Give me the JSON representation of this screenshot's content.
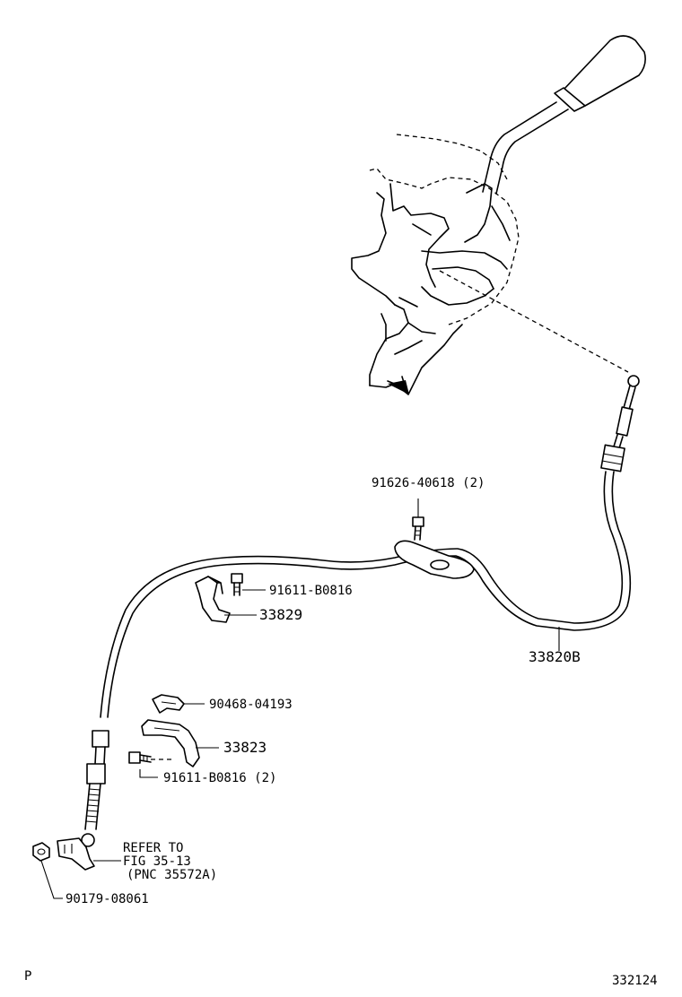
{
  "parts": {
    "bolt_top": "91626-40618 (2)",
    "bolt_mid": "91611-B0816",
    "bracket_upper": "33829",
    "cable_assy": "33820B",
    "clip": "90468-04193",
    "bracket_lower": "33823",
    "bolt_lower": "91611-B0816 (2)",
    "nut": "90179-08061"
  },
  "refer": {
    "line1": "REFER TO",
    "line2": "FIG 35-13",
    "line3": "(PNC 35572A)"
  },
  "footer": {
    "left_mark": "P",
    "figure_number": "332124"
  }
}
